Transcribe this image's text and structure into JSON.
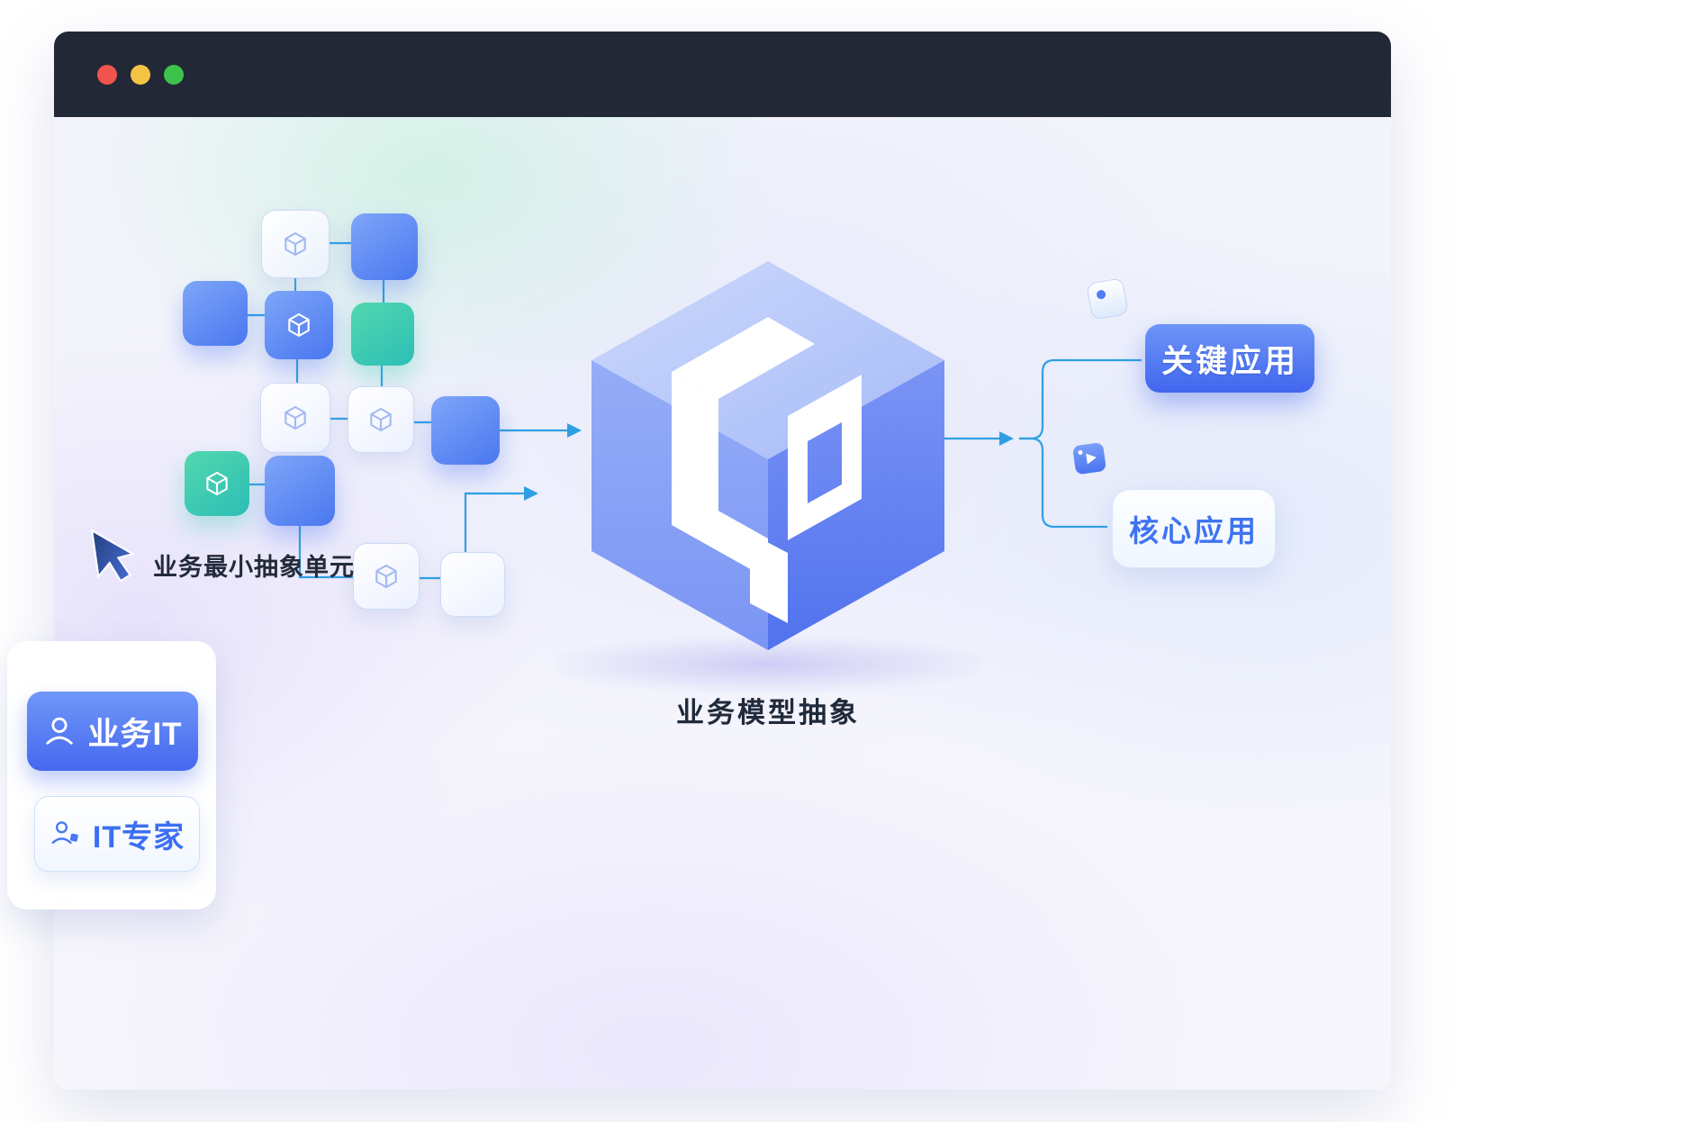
{
  "window": {
    "titlebar_dots": [
      {
        "name": "close",
        "color": "#f0544d"
      },
      {
        "name": "minimize",
        "color": "#f5c344"
      },
      {
        "name": "zoom",
        "color": "#3fc24c"
      }
    ]
  },
  "diagram": {
    "unit_annotation": "业务最小抽象单元",
    "cube_caption": "业务模型抽象",
    "outputs": {
      "key_app": "关键应用",
      "core_app": "核心应用"
    },
    "roles": {
      "business_it": "业务IT",
      "it_expert": "IT专家"
    }
  },
  "icons": {
    "cursor": "pointer-arrow",
    "module_node": "3d-cube-outline",
    "key_app_tag": "label-tag",
    "core_app_tag": "video-tag",
    "business_it": "person",
    "it_expert": "person-expert"
  },
  "colors": {
    "titlebar_bg": "#222836",
    "accent_blue": "#4a74f1",
    "arrow_blue": "#2f9fe3",
    "node_teal": "#35cbb4",
    "cube_top": "#b9c8f8",
    "cube_left": "#8aa5f6",
    "cube_right": "#5b77ef",
    "text_dark": "#232b3a",
    "pill_text_blue": "#3e74f2"
  }
}
